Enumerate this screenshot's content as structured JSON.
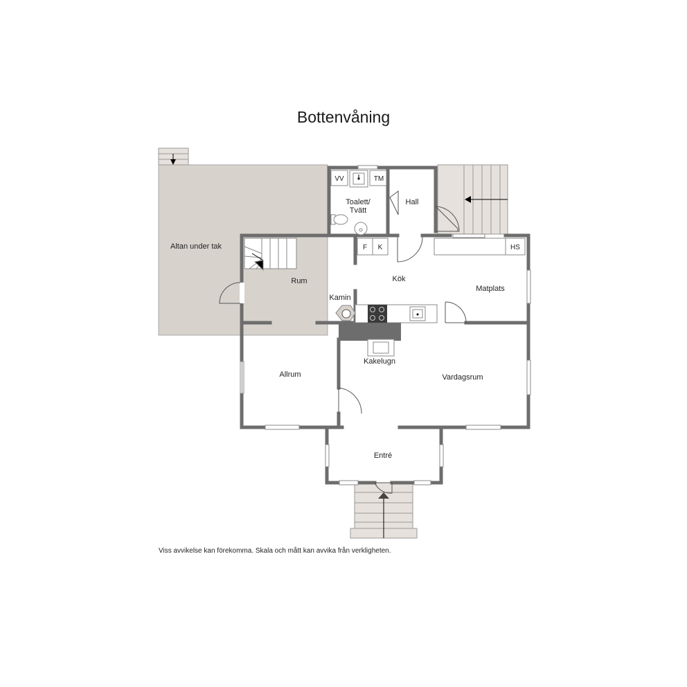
{
  "title": "Bottenvåning",
  "disclaimer": "Viss avvikelse kan förekomma. Skala och mått kan avvika från verkligheten.",
  "rooms": {
    "altan": "Altan under tak",
    "toalett_line1": "Toalett/",
    "toalett_line2": "Tvätt",
    "hall": "Hall",
    "rum": "Rum",
    "kok": "Kök",
    "matplats": "Matplats",
    "kamin": "Kamin",
    "allrum": "Allrum",
    "kakelugn": "Kakelugn",
    "vardagsrum": "Vardagsrum",
    "entre": "Entré"
  },
  "fixtures": {
    "vv": "VV",
    "tm": "TM",
    "f": "F",
    "k": "K",
    "hs": "HS"
  },
  "colors": {
    "wall": "#6d6d6d",
    "deck": "#d8d2cd",
    "stairs": "#e6e1dc",
    "counter": "#ffffff",
    "text": "#222222"
  }
}
